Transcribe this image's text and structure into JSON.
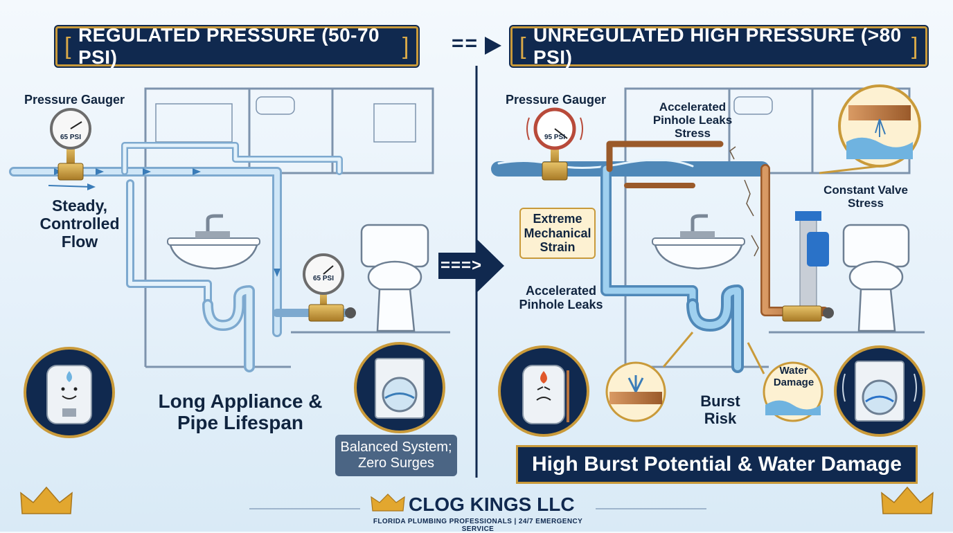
{
  "left_panel": {
    "title": "REGULATED PRESSURE (50-70 PSI)",
    "gauge_label": "Pressure Gauger",
    "gauge_reading": "65 PSI",
    "secondary_gauge_reading": "65 PSI",
    "flow_label": "Steady, Controlled Flow",
    "lifespan_label": "Long Appliance & Pipe Lifespan",
    "balanced_label": "Balanced System; Zero Surges"
  },
  "right_panel": {
    "title": "UNREGULATED HIGH PRESSURE (>80 PSI)",
    "gauge_label": "Pressure Gauger",
    "gauge_reading": "95 PSI",
    "leaks_top_label": "Accelerated Pinhole Leaks Stress",
    "strain_label": "Extreme Mechanical Strain",
    "leaks_label": "Accelerated Pinhole Leaks",
    "valve_label": "Constant Valve Stress",
    "water_damage_label": "Water Damage",
    "burst_label": "Burst Risk",
    "banner": "High Burst Potential & Water Damage"
  },
  "arrows": {
    "top": "==",
    "middle": "===>"
  },
  "brand": {
    "name": "CLOG KINGS LLC",
    "tagline": "FLORIDA PLUMBING PROFESSIONALS | 24/7 EMERGENCY SERVICE"
  },
  "colors": {
    "navy": "#10294f",
    "gold": "#c99a3a",
    "water": "#6fb3e0",
    "copper": "#b8743f",
    "cream": "#fdf1d2"
  }
}
